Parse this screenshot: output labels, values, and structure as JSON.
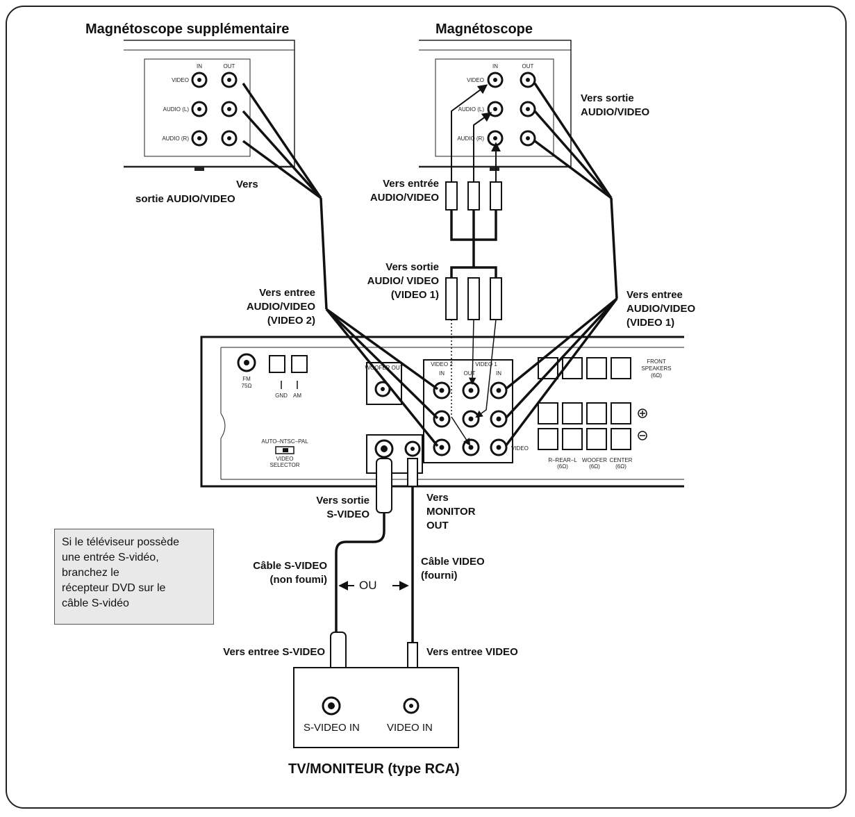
{
  "titles": {
    "extra_vcr": "Magnétoscope supplémentaire",
    "vcr": "Magnétoscope",
    "tv": "TV/MONITEUR (type RCA)"
  },
  "vcr_panel": {
    "in": "IN",
    "out": "OUT",
    "video": "VIDEO",
    "audio_l": "AUDIO (L)",
    "audio_r": "AUDIO (R)"
  },
  "labels": {
    "extra_to_out_1": "Vers",
    "extra_to_out_2": "sortie  AUDIO/VIDEO",
    "vcr_to_out_1": "Vers sortie",
    "vcr_to_out_2": "AUDIO/VIDEO",
    "vcr_to_in_1": "Vers entrée",
    "vcr_to_in_2": "AUDIO/VIDEO",
    "to_out_v1_1": "Vers sortie",
    "to_out_v1_2": "AUDIO/ VIDEO",
    "to_out_v1_3": "(VIDEO 1)",
    "to_in_v2_1": "Vers entree",
    "to_in_v2_2": "AUDIO/VIDEO",
    "to_in_v2_3": "(VIDEO 2)",
    "to_in_v1_1": "Vers entree",
    "to_in_v1_2": "AUDIO/VIDEO",
    "to_in_v1_3": "(VIDEO 1)",
    "svideo_out_1": "Vers sortie",
    "svideo_out_2": "S-VIDEO",
    "monitor_out_1": "Vers",
    "monitor_out_2": "MONITOR",
    "monitor_out_3": "OUT",
    "svideo_cable_1": "Câble S-VIDEO",
    "svideo_cable_2": "(non foumi)",
    "video_cable_1": "Câble VIDEO",
    "video_cable_2": "(fourni)",
    "or": "OU",
    "to_svideo_in": "Vers entree S-VIDEO",
    "to_video_in": "Vers entree VIDEO"
  },
  "receiver": {
    "fm": "FM",
    "fm_ohm": "75Ω",
    "gnd": "GND",
    "am": "AM",
    "woofer_out": "WOOFER OUT",
    "video2": "VIDEO 2",
    "video1": "VIDEO 1",
    "in": "IN",
    "out": "OUT",
    "video": "VIDEO",
    "selector_1": "AUTO–NTSC–PAL",
    "selector_2": "VIDEO",
    "selector_3": "SELECTOR",
    "front_1": "FRONT",
    "front_2": "SPEAKERS",
    "front_3": "(6Ω)",
    "rear": "R–REAR–L",
    "rear_ohm": "(6Ω)",
    "woofer": "WOOFER",
    "woofer_ohm": "(6Ω)",
    "center": "CENTER",
    "center_ohm": "(6Ω)"
  },
  "tv": {
    "svideo_in": "S-VIDEO IN",
    "video_in": "VIDEO IN"
  },
  "note": "Si le téléviseur possède\nune entrée S-vidéo,\nbranchez le\nrécepteur DVD sur le\ncâble S-vidéo"
}
